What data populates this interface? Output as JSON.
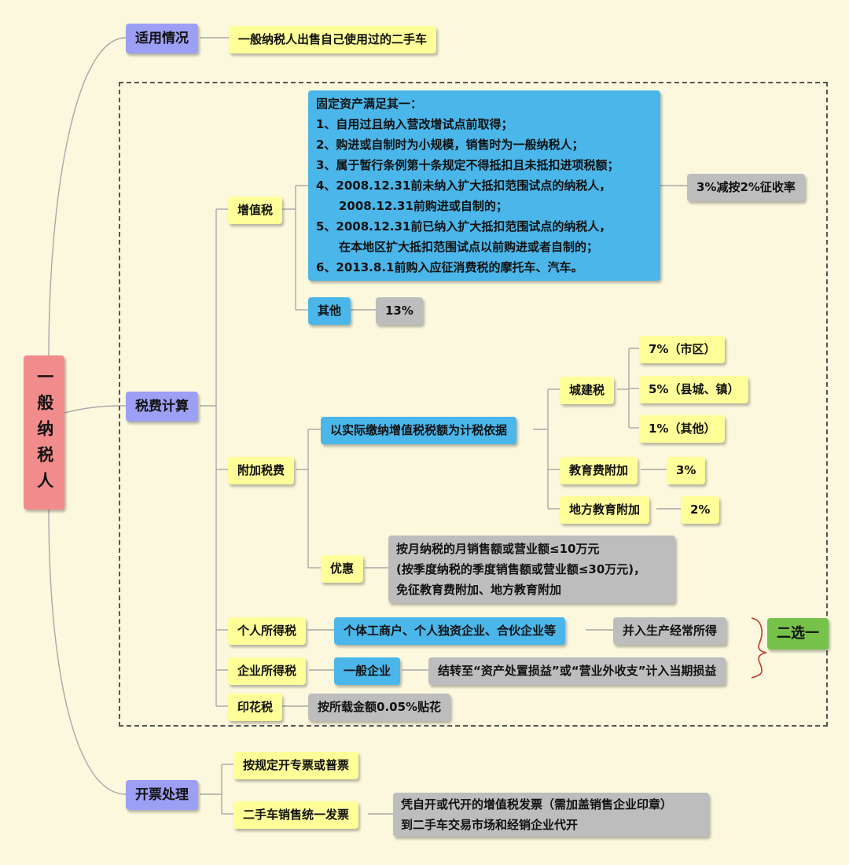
{
  "root": "一般纳税人",
  "branches": {
    "applicable": {
      "label": "适用情况",
      "content": "一般纳税人出售自己使用过的二手车"
    },
    "tax_calc": {
      "label": "税费计算",
      "vat": {
        "label": "增值税",
        "conditions": [
          "固定资产满足其一：",
          "1、自用过且纳入营改增试点前取得；",
          "2、购进或自制时为小规模，销售时为一般纳税人；",
          "3、属于暂行条例第十条规定不得抵扣且未抵扣进项税额；",
          "4、2008.12.31前未纳入扩大抵扣范围试点的纳税人，",
          "2008.12.31前购进或自制的；",
          "5、2008.12.31前已纳入扩大抵扣范围试点的纳税人，",
          "在本地区扩大抵扣范围试点以前购进或者自制的；",
          "6、2013.8.1前购入应征消费税的摩托车、汽车。"
        ],
        "conditions_rate": "3%减按2%征收率",
        "other_label": "其他",
        "other_rate": "13%"
      },
      "surcharge": {
        "label": "附加税费",
        "basis": "以实际缴纳增值税税额为计税依据",
        "urban": {
          "label": "城建税",
          "rates": [
            "7%（市区）",
            "5%（县城、镇）",
            "1%（其他）"
          ]
        },
        "edu": {
          "label": "教育费附加",
          "rate": "3%"
        },
        "local_edu": {
          "label": "地方教育附加",
          "rate": "2%"
        },
        "discount": {
          "label": "优惠",
          "lines": [
            "按月纳税的月销售额或营业额≤10万元",
            "(按季度纳税的季度销售额或营业额≤30万元)，",
            "免征教育费附加、地方教育附加"
          ]
        }
      },
      "personal_income": {
        "label": "个人所得税",
        "entity": "个体工商户、个人独资企业、合伙企业等",
        "treatment": "并入生产经常所得"
      },
      "corporate_income": {
        "label": "企业所得税",
        "entity": "一般企业",
        "treatment": "结转至“资产处置损益”或“营业外收支”计入当期损益"
      },
      "choose_one": "二选一",
      "stamp": {
        "label": "印花税",
        "content": "按所载金额0.05%贴花"
      }
    },
    "invoicing": {
      "label": "开票处理",
      "item1": "按规定开专票或普票",
      "item2": {
        "label": "二手车销售统一发票",
        "lines": [
          "凭自开或代开的增值税发票（需加盖销售企业印章）",
          "到二手车交易市场和经销企业代开"
        ]
      }
    }
  },
  "colors": {
    "background": "#fbf8de",
    "root": "#f28c8c",
    "level1": "#9d9ff5",
    "label": "#ffff99",
    "info": "#4bb6ea",
    "value": "#bdbdbd",
    "choose": "#77c24a",
    "bracket": "#c0392b"
  }
}
